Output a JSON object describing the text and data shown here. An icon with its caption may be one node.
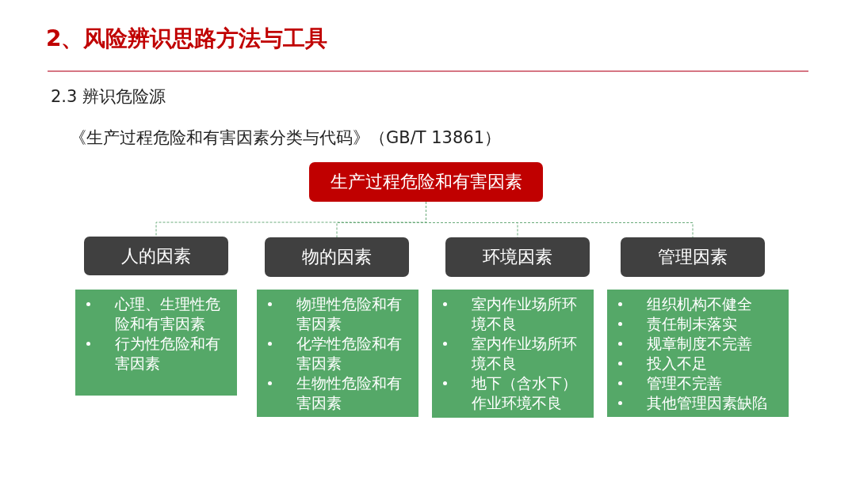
{
  "diagram": {
    "title": "2、风险辨识思路方法与工具",
    "nodes": [
      {
        "text": [
          "生产过程危险和有害因素"
        ]
      },
      {
        "text": [
          "人的因素"
        ]
      },
      {
        "text": [
          "物的因素"
        ]
      },
      {
        "text": [
          "环境因素"
        ]
      },
      {
        "text": [
          "管理因素"
        ]
      },
      {
        "text": [
          "心理、生理性危险和有害因素",
          "行为性危险和有害因素"
        ]
      },
      {
        "text": [
          "物理性危险和有害因素",
          "化学性危险和有害因素",
          "生物性危险和有害因素"
        ]
      },
      {
        "text": [
          "室内作业场所环境不良",
          "室内作业场所环境不良",
          "地下（含水下）作业环境不良"
        ]
      },
      {
        "text": [
          "组织机构不健全",
          "责任制未落实",
          "规章制度不完善",
          "投入不足",
          "管理不完善",
          "其他管理因素缺陷"
        ]
      }
    ],
    "edges": [
      {
        "from": 0,
        "to": 1,
        "arrow": "none",
        "style": "dashed"
      },
      {
        "from": 0,
        "to": 2,
        "arrow": "none",
        "style": "dashed"
      },
      {
        "from": 0,
        "to": 3,
        "arrow": "none",
        "style": "dashed"
      },
      {
        "from": 0,
        "to": 4,
        "arrow": "none",
        "style": "dashed"
      }
    ],
    "labels": [
      "2.3 辨识危险源",
      "《生产过程危险和有害因素分类与代码》（GB/T 13861）"
    ]
  }
}
